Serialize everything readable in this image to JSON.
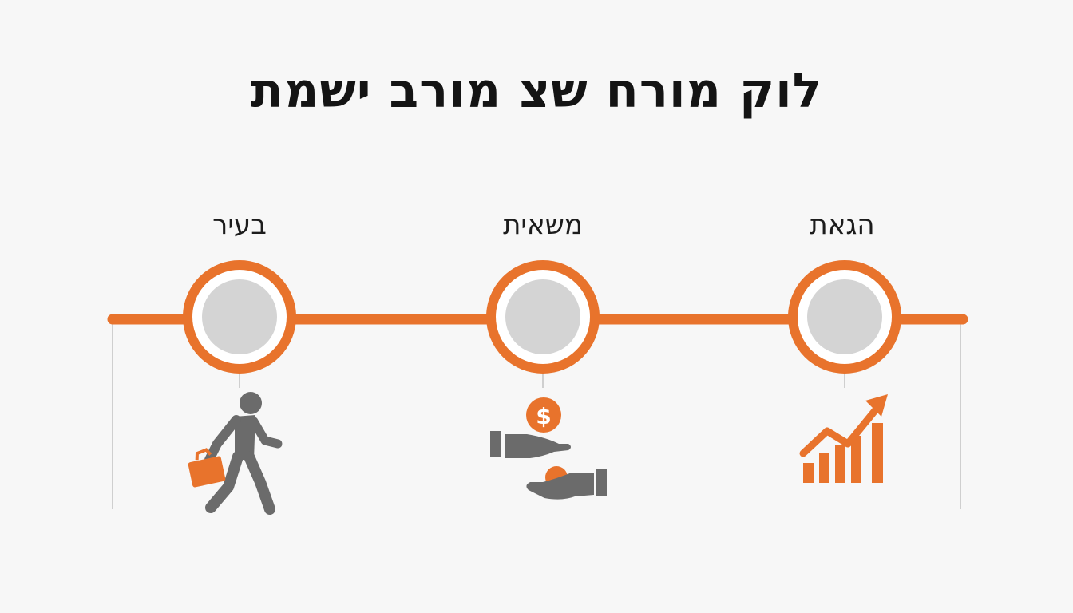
{
  "title": "לוק מורח שצ מורב ישמת",
  "steps": [
    {
      "label": "בעיר",
      "icon": "walking-businessman-icon"
    },
    {
      "label": "משאית",
      "icon": "money-exchange-hands-icon"
    },
    {
      "label": "הגאת",
      "icon": "growth-chart-icon"
    }
  ],
  "colors": {
    "accent": "#e8732c",
    "icon_gray": "#6b6b6b",
    "node_fill": "#d4d4d4",
    "guide_line": "#cfcfcf",
    "background": "#f7f7f7"
  }
}
